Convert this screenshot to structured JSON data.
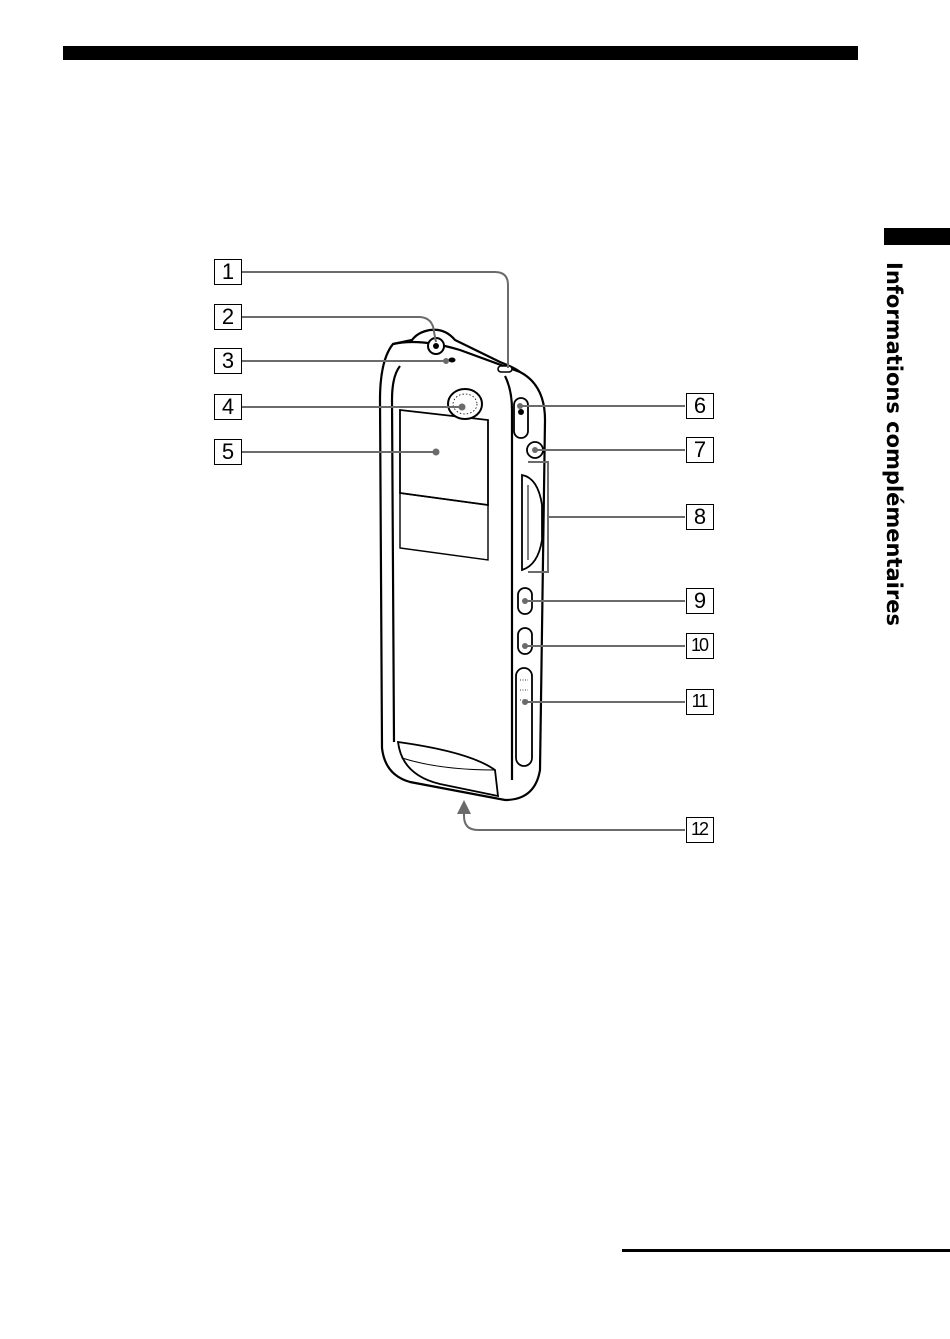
{
  "side_tab": {
    "title": "Informations complémentaires"
  },
  "callouts": [
    "1",
    "2",
    "3",
    "4",
    "5",
    "6",
    "7",
    "8",
    "9",
    "10",
    "11",
    "12"
  ],
  "colors": {
    "ink": "#000000",
    "leader": "#6b6b6b",
    "device_fill": "#ffffff"
  }
}
